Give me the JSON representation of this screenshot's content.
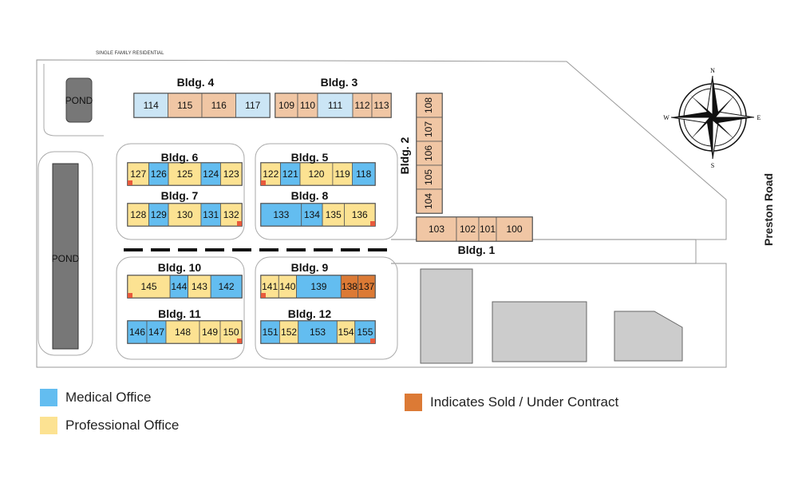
{
  "colors": {
    "medical": "#63bdf0",
    "medical_light": "#cbe5f5",
    "professional": "#fce292",
    "sold": "#f0c6a4",
    "sold_strong": "#dc7a35",
    "marker": "#e85a3c"
  },
  "labels": {
    "top_label": "SINGLE FAMILY RESIDENTIAL",
    "road": "Preston Road",
    "pond_small": "POND",
    "pond_large": "POND"
  },
  "legend": {
    "medical": "Medical Office",
    "professional": "Professional Office",
    "sold": "Indicates Sold / Under Contract"
  },
  "compass": {
    "n": "N",
    "s": "S",
    "e": "E",
    "w": "W"
  },
  "buildings": [
    {
      "id": "bldg4",
      "label": "Bldg. 4",
      "units": [
        {
          "n": "114",
          "t": "medical_light"
        },
        {
          "n": "115",
          "t": "sold"
        },
        {
          "n": "116",
          "t": "sold"
        },
        {
          "n": "117",
          "t": "medical_light"
        }
      ]
    },
    {
      "id": "bldg3",
      "label": "Bldg. 3",
      "units": [
        {
          "n": "109",
          "t": "sold"
        },
        {
          "n": "110",
          "t": "sold"
        },
        {
          "n": "111",
          "t": "medical_light"
        },
        {
          "n": "112",
          "t": "sold"
        },
        {
          "n": "113",
          "t": "sold"
        }
      ]
    },
    {
      "id": "bldg2",
      "label": "Bldg. 2",
      "units": [
        {
          "n": "108",
          "t": "sold"
        },
        {
          "n": "107",
          "t": "sold"
        },
        {
          "n": "106",
          "t": "sold"
        },
        {
          "n": "105",
          "t": "sold"
        },
        {
          "n": "104",
          "t": "sold"
        }
      ]
    },
    {
      "id": "bldg1",
      "label": "Bldg. 1",
      "units": [
        {
          "n": "103",
          "t": "sold"
        },
        {
          "n": "102",
          "t": "sold"
        },
        {
          "n": "101",
          "t": "sold"
        },
        {
          "n": "100",
          "t": "sold"
        }
      ]
    },
    {
      "id": "bldg6",
      "label": "Bldg. 6",
      "units": [
        {
          "n": "127",
          "t": "professional",
          "m": true
        },
        {
          "n": "126",
          "t": "medical"
        },
        {
          "n": "125",
          "t": "professional"
        },
        {
          "n": "124",
          "t": "medical"
        },
        {
          "n": "123",
          "t": "professional"
        }
      ]
    },
    {
      "id": "bldg5",
      "label": "Bldg. 5",
      "units": [
        {
          "n": "122",
          "t": "professional",
          "m": true
        },
        {
          "n": "121",
          "t": "medical"
        },
        {
          "n": "120",
          "t": "professional"
        },
        {
          "n": "119",
          "t": "professional"
        },
        {
          "n": "118",
          "t": "medical"
        }
      ]
    },
    {
      "id": "bldg7",
      "label": "Bldg. 7",
      "units": [
        {
          "n": "128",
          "t": "professional"
        },
        {
          "n": "129",
          "t": "medical"
        },
        {
          "n": "130",
          "t": "professional"
        },
        {
          "n": "131",
          "t": "medical"
        },
        {
          "n": "132",
          "t": "professional",
          "m": true
        }
      ]
    },
    {
      "id": "bldg8",
      "label": "Bldg. 8",
      "units": [
        {
          "n": "133",
          "t": "medical"
        },
        {
          "n": "134",
          "t": "medical"
        },
        {
          "n": "135",
          "t": "professional"
        },
        {
          "n": "136",
          "t": "professional",
          "m": true
        }
      ]
    },
    {
      "id": "bldg10",
      "label": "Bldg. 10",
      "units": [
        {
          "n": "145",
          "t": "professional",
          "m": true
        },
        {
          "n": "144",
          "t": "medical"
        },
        {
          "n": "143",
          "t": "professional"
        },
        {
          "n": "142",
          "t": "medical"
        }
      ]
    },
    {
      "id": "bldg9",
      "label": "Bldg. 9",
      "units": [
        {
          "n": "141",
          "t": "professional",
          "m": true
        },
        {
          "n": "140",
          "t": "professional"
        },
        {
          "n": "139",
          "t": "medical"
        },
        {
          "n": "138",
          "t": "sold_strong"
        },
        {
          "n": "137",
          "t": "sold_strong"
        }
      ]
    },
    {
      "id": "bldg11",
      "label": "Bldg. 11",
      "units": [
        {
          "n": "146",
          "t": "medical"
        },
        {
          "n": "147",
          "t": "medical"
        },
        {
          "n": "148",
          "t": "professional"
        },
        {
          "n": "149",
          "t": "professional"
        },
        {
          "n": "150",
          "t": "professional",
          "m": true
        }
      ]
    },
    {
      "id": "bldg12",
      "label": "Bldg. 12",
      "units": [
        {
          "n": "151",
          "t": "medical"
        },
        {
          "n": "152",
          "t": "professional"
        },
        {
          "n": "153",
          "t": "medical"
        },
        {
          "n": "154",
          "t": "professional"
        },
        {
          "n": "155",
          "t": "medical",
          "m": true
        }
      ]
    }
  ]
}
